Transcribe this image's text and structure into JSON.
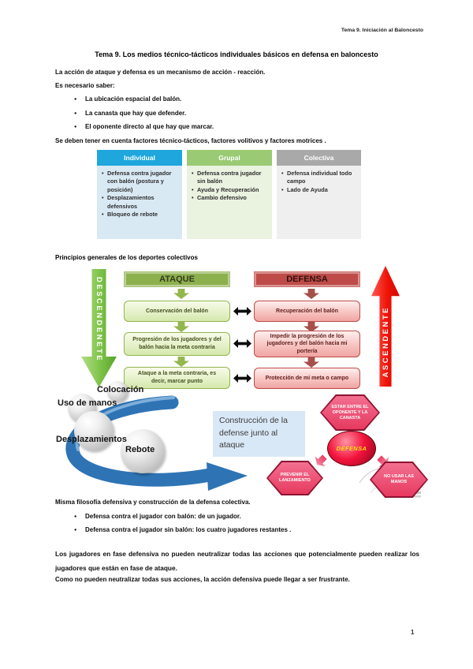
{
  "doc": {
    "header_right": "Tema 9. Iniciación al Baloncesto",
    "title": "Tema 9. Los medios técnico-tácticos individuales básicos en defensa en baloncesto",
    "page_number": "1"
  },
  "intro": {
    "p1": "La acción de ataque y defensa es un mecanismo de acción - reacción.",
    "p2": "Es necesario saber:",
    "bullets": [
      "La ubicación espacial del balón.",
      "La canasta que hay que defender.",
      "El oponente directo al que hay que marcar."
    ],
    "p3": "Se deben tener en cuenta factores técnico-tácticos, factores volitivos y factores motrices ."
  },
  "levels": {
    "individual": {
      "title": "Individual",
      "items": [
        "Defensa contra jugador con balón (postura y posición)",
        "Desplazamientos defensivos",
        "Bloqueo de rebote"
      ]
    },
    "grupal": {
      "title": "Grupal",
      "items": [
        "Defensa contra jugador sin balón",
        "Ayuda y Recuperación",
        "Cambio defensivo"
      ]
    },
    "colectiva": {
      "title": "Colectiva",
      "items": [
        "Defensa individual todo campo",
        "Lado de Ayuda"
      ]
    }
  },
  "principles": {
    "heading": "Principios generales de los deportes colectivos",
    "left_arrow": "DESCENDENETE",
    "right_arrow": "ASCENDENTE",
    "attack_title": "ATAQUE",
    "defense_title": "DEFENSA",
    "attack_steps": [
      "Conservación del balón",
      "Progresión de los jugadores y del balón hacia la meta contraria",
      "Ataque a la meta contraria, es decir, marcar punto"
    ],
    "defense_steps": [
      "Recuperación del balón",
      "Impedir la progresión de los jugadores y del balón hacia mi portería",
      "Protección de mi meta o campo"
    ]
  },
  "fundamentals": {
    "labels": [
      "Colocación",
      "Uso de manos",
      "Desplazamientos",
      "Rebote"
    ],
    "note": "Construcción de la defense junto al ataque"
  },
  "defense_map": {
    "center": "DEFENSA",
    "top": "ESTAR ENTRE EL OPONENTE Y LA CANASTA",
    "bottom_left": "PREVENIR EL LANZAMIENTO",
    "bottom_right": "NO USAR LAS MANOS"
  },
  "closing": {
    "p1": "Misma filosofía defensiva y construcción de la defensa colectiva.",
    "bullets": [
      "Defensa contra el jugador con balón: de un jugador.",
      "Defensa contra el jugador sin balón: los cuatro jugadores restantes ."
    ],
    "p2": "Los jugadores en fase defensiva no pueden neutralizar todas las acciones que potencialmente pueden realizar los jugadores que están en fase de ataque.",
    "p3": "Como no pueden neutralizar todas sus acciones, la acción defensiva puede llegar a ser frustrante."
  },
  "colors": {
    "individual_header": "#1fa7dd",
    "grupal_header": "#9bca74",
    "colectiva_header": "#a9a9a9",
    "attack_green": "#8db04e",
    "defense_red": "#be4b48",
    "descendente_arrow": "#7cc247",
    "ascendente_arrow": "#ef1407",
    "swoosh_blue": "#2e74b5",
    "hexagon_pink": "#ef5a78",
    "note_background": "#d9e8f6"
  }
}
